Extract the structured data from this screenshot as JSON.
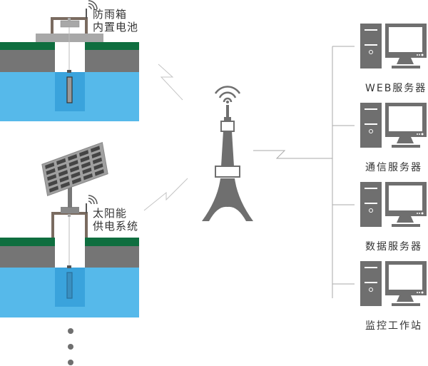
{
  "stations": [
    {
      "id": "station-1",
      "label_line1": "防雨箱",
      "label_line2": "内置电池",
      "power": "battery"
    },
    {
      "id": "station-2",
      "label_line1": "太阳能",
      "label_line2": "供电系统",
      "power": "solar"
    }
  ],
  "more_indicator": "ellipsis-vertical",
  "tower": {
    "name": "wireless-tower"
  },
  "servers": [
    {
      "label": "WEB服务器"
    },
    {
      "label": "通信服务器"
    },
    {
      "label": "数据服务器"
    },
    {
      "label": "监控工作站"
    }
  ],
  "colors": {
    "grass": "#0f6e3f",
    "soil": "#757575",
    "water": "#56b9ea",
    "well_water": "#3aa3dc",
    "box": "#7a6b60",
    "concrete": "#a8a8a8",
    "icon_gray": "#6f6f6f",
    "line": "#aaaaaa"
  }
}
